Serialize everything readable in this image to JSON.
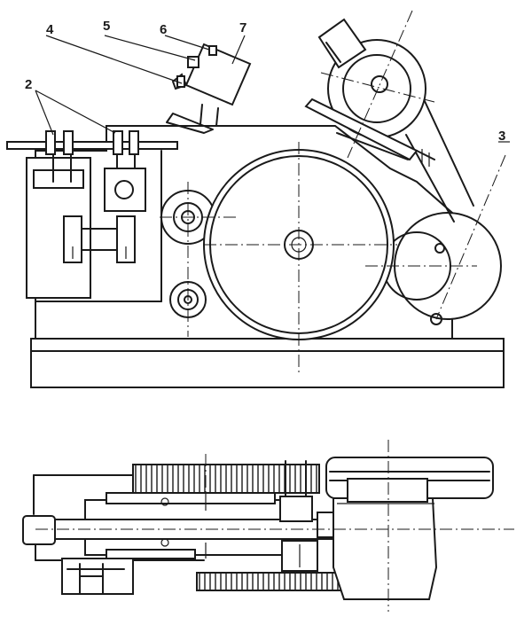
{
  "labels": {
    "l4": "4",
    "l5": "5",
    "l6": "6",
    "l7": "7",
    "l2": "2",
    "l3": "3"
  }
}
